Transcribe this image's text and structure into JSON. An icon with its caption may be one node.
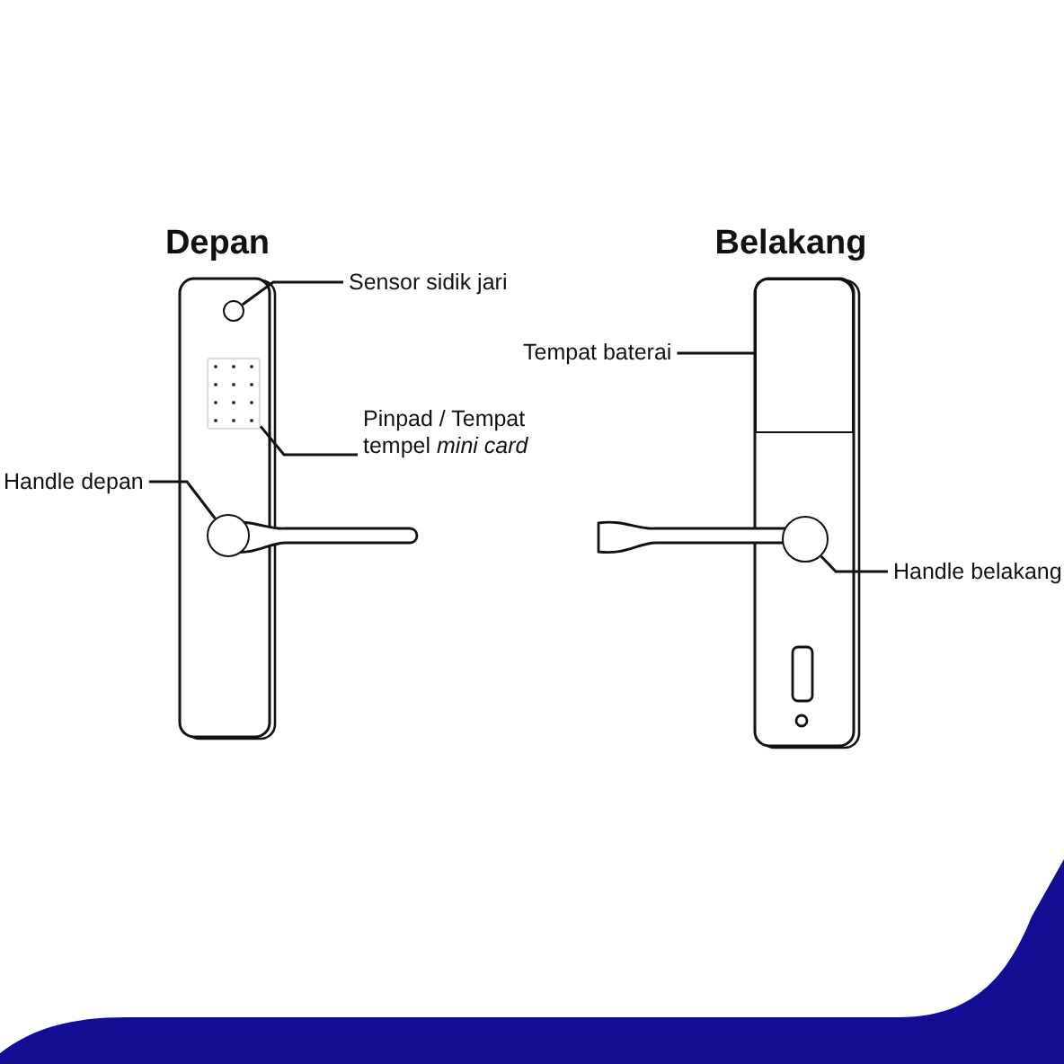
{
  "diagram": {
    "nodes": [
      {
        "text": [
          "Depan"
        ]
      },
      {
        "text": [
          "Sensor sidik jari"
        ]
      },
      {
        "text": [],
        "shape": "circle",
        "in": 0
      },
      {
        "text": [
          "Pinpad / Tempat tempel *mini card*"
        ]
      },
      {
        "text": [],
        "shape": "box",
        "in": 0
      },
      {
        "text": [
          "Handle depan"
        ]
      },
      {
        "text": [],
        "shape": "circle",
        "in": 0
      },
      {
        "text": [
          "Belakang"
        ]
      },
      {
        "text": [
          "Tempat baterai"
        ]
      },
      {
        "text": [],
        "shape": "box",
        "in": 7
      },
      {
        "text": [
          "Handle belakang"
        ]
      },
      {
        "text": [],
        "shape": "circle",
        "in": 7
      }
    ],
    "edges": [
      {
        "from": 1,
        "to": 2,
        "arrow": "none"
      },
      {
        "from": 3,
        "to": 4,
        "arrow": "none"
      },
      {
        "from": 5,
        "to": 6,
        "arrow": "none"
      },
      {
        "from": 8,
        "to": 9,
        "arrow": "none"
      },
      {
        "from": 10,
        "to": 11,
        "arrow": "none"
      }
    ]
  }
}
